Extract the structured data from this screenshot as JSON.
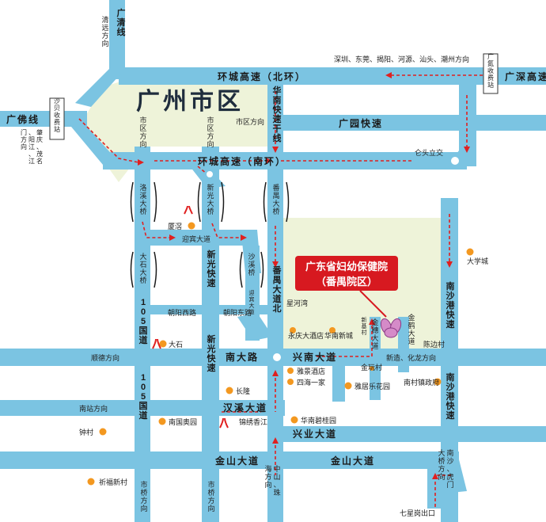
{
  "title": "广州市区",
  "hospital": {
    "line1": "广东省妇幼保健院",
    "line2": "（番禺院区）"
  },
  "highways": {
    "huancheng_north": "环城高速（北环）",
    "huancheng_south": "环城高速（南环）",
    "guangyuan": "广园快速",
    "guangshen": "广深高速",
    "guangfo": "广佛线",
    "guangqing": "广清线",
    "huanan": "华南快速干线",
    "panyu_dadao": "番禺大道北",
    "xinguang": "新光快速",
    "nansha_gang": "南沙港快速",
    "nansha_gang2": "南沙港快速",
    "g105": "105国道",
    "g105b": "105国道",
    "xinguang2": "新光快速",
    "nandalu": "南大路",
    "xingnan": "兴南大道",
    "hanxi": "汉溪大道",
    "xingye": "兴业大道",
    "jinshan": "金山大道",
    "jinshan2": "金山大道"
  },
  "directions": {
    "qingyuan": "清远方向",
    "east": "深圳、东莞、揭阳、河源、汕头、潮州方向",
    "guanghe_toll": "广氮收费站",
    "shabei_toll": "沙贝收费站",
    "west": "肇庆、茂名、阳江、江门方向",
    "shiqu1": "市区方向",
    "shiqu2": "市区方向",
    "shiqu3": "市区方向",
    "cangtou": "仑头立交",
    "shunde": "顺德方向",
    "nanzhan": "南站方向",
    "xinzao": "新造、化龙方向",
    "zhongshan": "中山、珠海方向",
    "shiqiao1": "市桥方向",
    "shiqiao2": "市桥方向",
    "humen": "南沙、虎门大桥方向",
    "exit": "七星岗出口"
  },
  "bridges": {
    "luoxi": "洛溪大桥",
    "xinguang": "新光大桥",
    "panyu": "番禺大桥",
    "dashi": "大石大桥",
    "shaxi": "沙溪桥"
  },
  "roads_minor": {
    "yingbin": "迎宾大道",
    "yingbin2": "迎宾大道",
    "chaoyang_w": "朝阳西路",
    "chaoyang_e": "朝阳东路",
    "jinsui": "金穗大道",
    "jinhe": "金鹤大道",
    "xinji": "新基村",
    "chenbian": "陈边村"
  },
  "pois": {
    "xiajiao": "厦滘",
    "daxuecheng": "大学城",
    "xinghewan": "星河湾",
    "yongqing": "永庆大酒店",
    "huananxc": "华南新城",
    "dashi": "大石",
    "yajing": "雅景酒店",
    "sihai": "四海一家",
    "yaju": "雅居乐花园",
    "nancun": "南村镇政府",
    "changlong": "长隆",
    "nanguo": "南国奥园",
    "jinxiu": "锦绣香江",
    "biguiyuan": "华南碧桂园",
    "zhongcun": "钟村",
    "qifu": "祈福新村",
    "jinwan": "金玩村"
  },
  "colors": {
    "road": "#7bc4e2",
    "district": "#eef3d9",
    "route": "#e02020",
    "poi": "#f39820",
    "callout": "#d71920"
  }
}
